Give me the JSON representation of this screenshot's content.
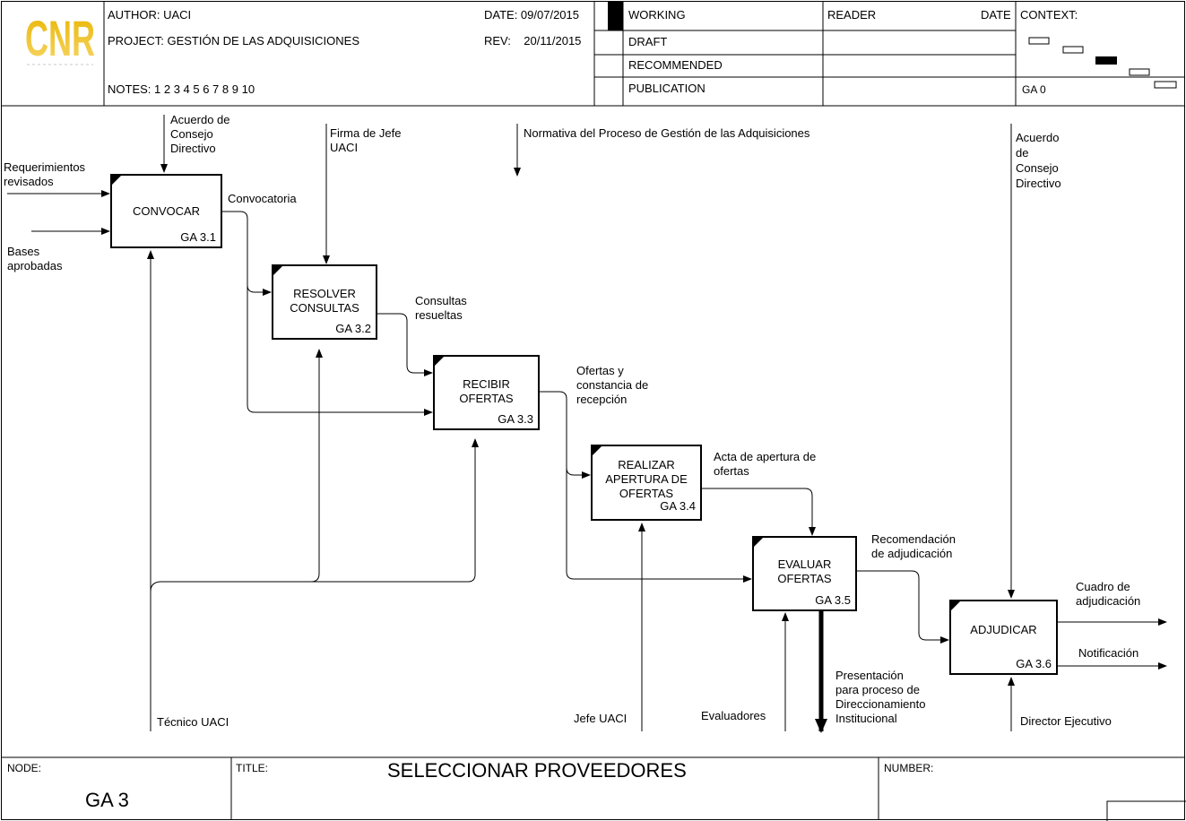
{
  "header": {
    "author": "AUTHOR:  UACI",
    "project": "PROJECT:  GESTIÓN DE LAS ADQUISICIONES",
    "notes": "NOTES:  1  2  3  4  5  6  7  8  9  10",
    "date": "DATE:  09/07/2015",
    "rev": "REV:    20/11/2015",
    "status": [
      "WORKING",
      "DRAFT",
      "RECOMMENDED",
      "PUBLICATION"
    ],
    "reader": "READER",
    "reader_date": "DATE",
    "context": "CONTEXT:",
    "context_node": "GA 0",
    "logo_text": "CNR"
  },
  "activities": [
    {
      "name": "CONVOCAR",
      "num": "GA 3.1"
    },
    {
      "name": "RESOLVER\nCONSULTAS",
      "num": "GA 3.2"
    },
    {
      "name": "RECIBIR\nOFERTAS",
      "num": "GA 3.3"
    },
    {
      "name": "REALIZAR\nAPERTURA DE\nOFERTAS",
      "num": "GA 3.4"
    },
    {
      "name": "EVALUAR\nOFERTAS",
      "num": "GA 3.5"
    },
    {
      "name": "ADJUDICAR",
      "num": "GA 3.6"
    }
  ],
  "labels": {
    "acuerdo_consejo_1": "Acuerdo de\nConsejo\nDirectivo",
    "firma_jefe": "Firma de Jefe\nUACI",
    "normativa": "Normativa del Proceso de Gestión de las  Adquisiciones",
    "acuerdo_consejo_2": "Acuerdo\nde\nConsejo\nDirectivo",
    "requerimientos": "Requerimientos\nrevisados",
    "bases": "Bases\naprobadas",
    "convocatoria": "Convocatoria",
    "consultas_resueltas": "Consultas\nresueltas",
    "ofertas_constancia": "Ofertas y\nconstancia de\nrecepción",
    "acta_apertura": "Acta de apertura de\nofertas",
    "recomendacion": "Recomendación\nde adjudicación",
    "cuadro_adjudicacion": "Cuadro de\nadjudicación",
    "notificacion": "Notificación",
    "presentacion": "Presentación\npara proceso de\nDireccionamiento\nInstitucional",
    "tecnico_uaci": "Técnico UACI",
    "jefe_uaci": "Jefe UACI",
    "evaluadores": "Evaluadores",
    "director_ejecutivo": "Director Ejecutivo"
  },
  "footer": {
    "node_label": "NODE:",
    "node_value": "GA 3",
    "title_label": "TITLE:",
    "title_value": "SELECCIONAR PROVEEDORES",
    "number_label": "NUMBER:"
  }
}
